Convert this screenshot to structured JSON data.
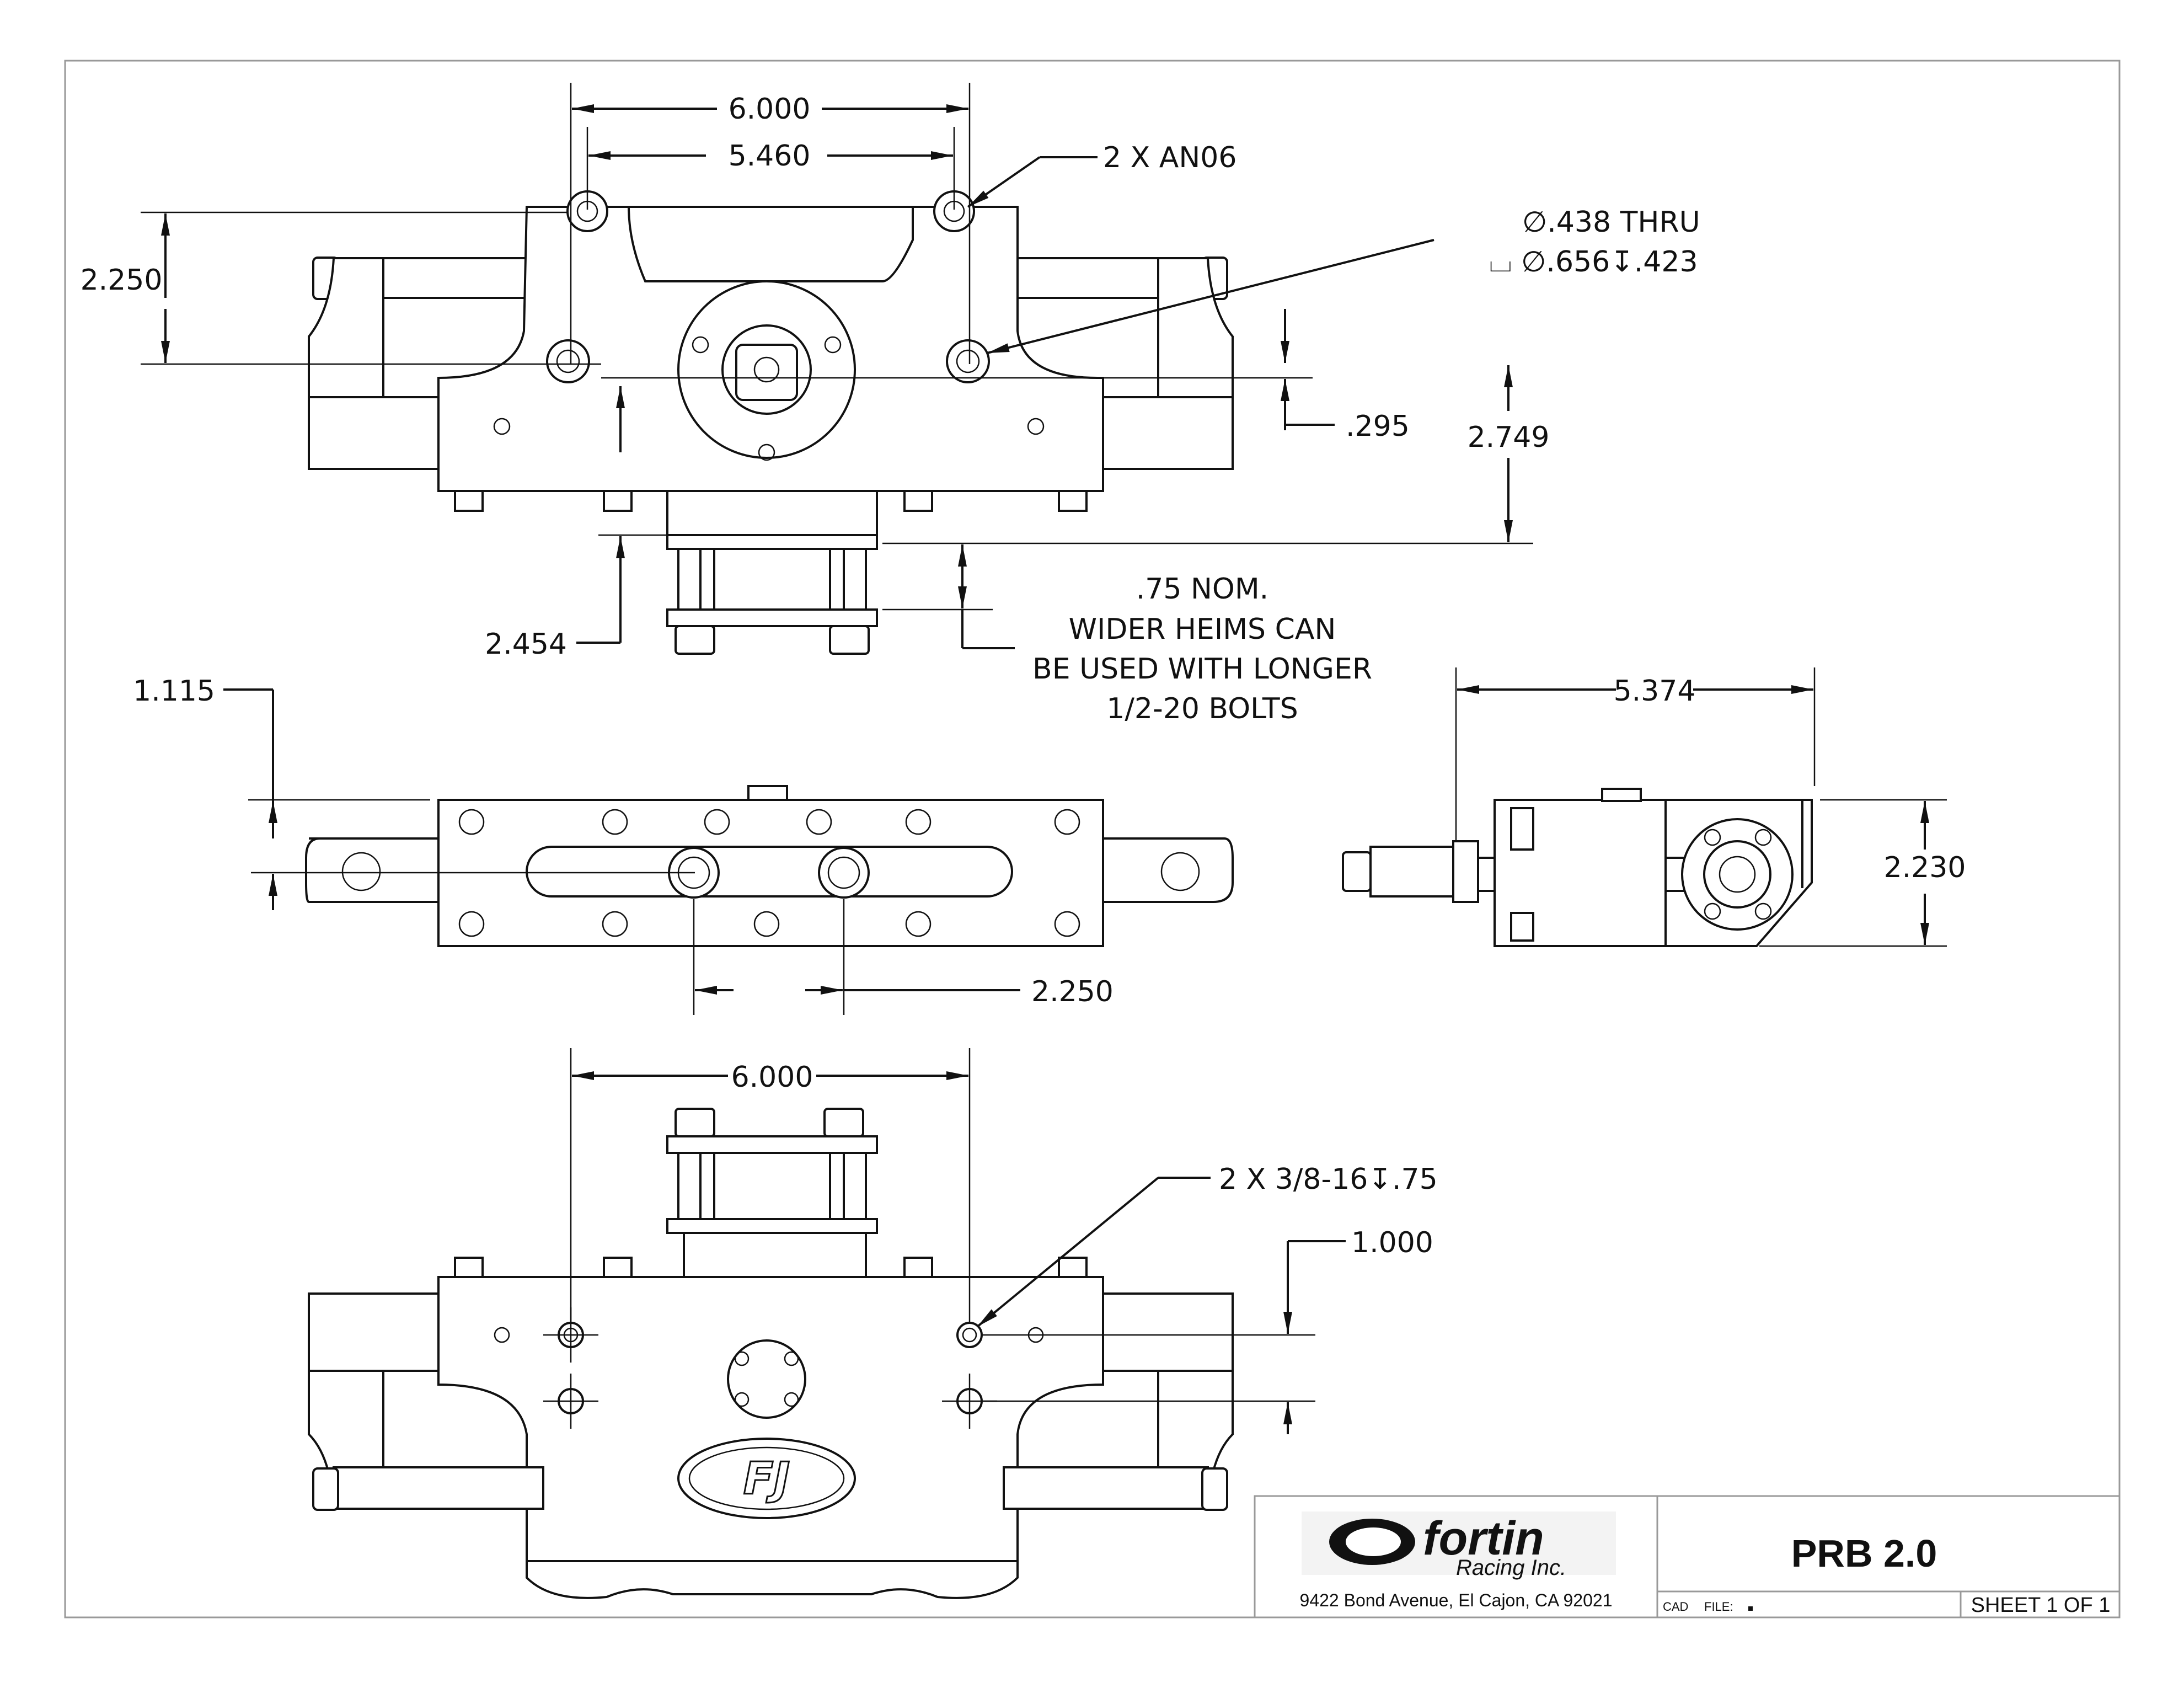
{
  "dimensions": {
    "front_width_outer": "6.000",
    "front_width_inner": "5.460",
    "an_fittings": "2 X AN06",
    "hole_line1": "∅.438 THRU",
    "hole_line2": "⌴ ∅.656↧.423",
    "height_left": "2.250",
    "hole_offset": ".295",
    "height_right": "2.749",
    "drop": "2.454",
    "heim_note": [
      ".75 NOM.",
      "WIDER HEIMS CAN",
      "BE USED WITH LONGER",
      "1/2-20 BOLTS"
    ],
    "top_offset": "1.115",
    "slot_spacing": "2.250",
    "side_length": "5.374",
    "side_height": "2.230",
    "rear_width": "6.000",
    "tapped_holes": "2 X 3/8-16↧.75",
    "rear_hole_spacing": "1.000"
  },
  "title_block": {
    "logo_text": "fortin",
    "logo_subtext": "Racing Inc.",
    "address": "9422 Bond Avenue, El Cajon, CA 92021",
    "part_name": "PRB 2.0",
    "cad_label": "CAD",
    "file_label": "FILE:",
    "sheet": "SHEET 1 OF 1"
  },
  "arrowhead_icon": "arrow-head"
}
